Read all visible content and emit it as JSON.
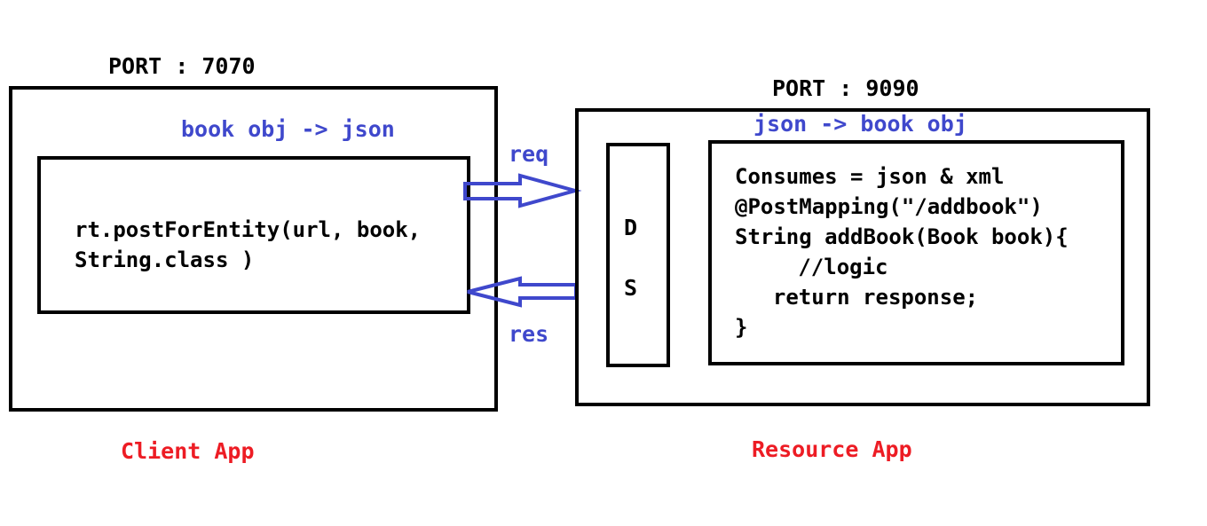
{
  "client": {
    "port": "PORT : 7070",
    "conversion": "book obj -> json",
    "code": {
      "line1": "rt.postForEntity(url, book,",
      "line2": "String.class",
      "line2_close": ")"
    },
    "app_label": "Client App"
  },
  "resource": {
    "port": "PORT : 9090",
    "conversion": "json -> book obj",
    "ds": [
      "D",
      "S"
    ],
    "code_lines": [
      "Consumes = json & xml",
      "@PostMapping(\"/addbook\")",
      "String addBook(Book book){",
      "   //logic",
      "  return response;",
      "}"
    ],
    "app_label": "Resource App"
  },
  "arrows": {
    "request_label": "req",
    "response_label": "res"
  },
  "colors": {
    "accent_blue": "#3f48cc",
    "label_red": "#ed1c24",
    "border": "#000000"
  }
}
